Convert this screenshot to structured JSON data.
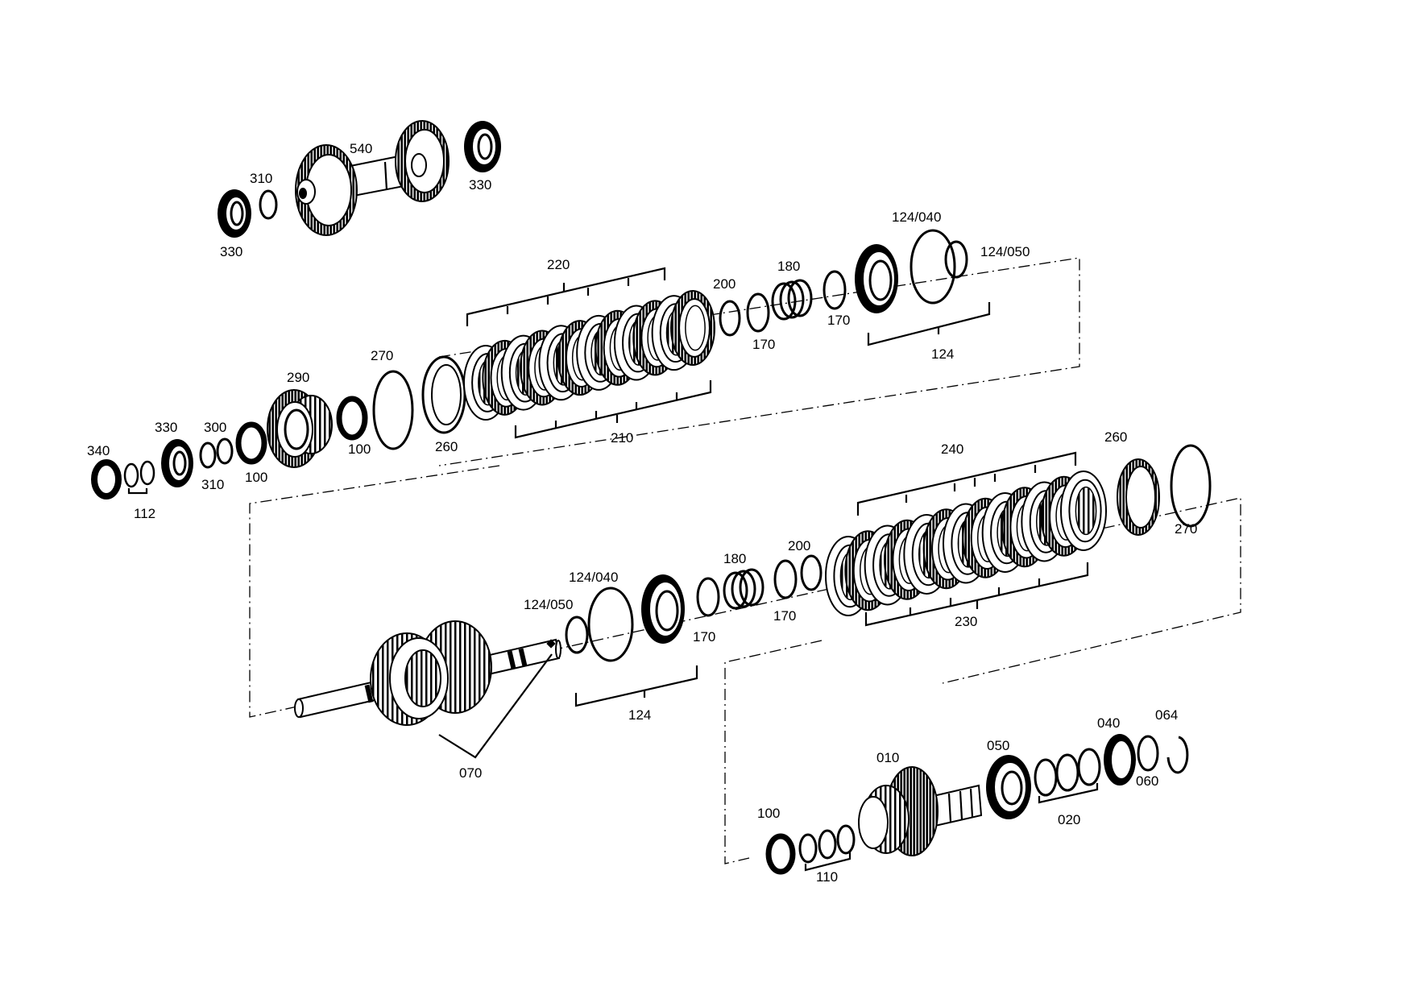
{
  "labels": {
    "l540": "540",
    "l310a": "310",
    "l330a": "330",
    "l330b": "330",
    "l220": "220",
    "l200a": "200",
    "l180a": "180",
    "l124040a": "124/040",
    "l124050a": "124/050",
    "l170a": "170",
    "l170b": "170",
    "l124a": "124",
    "l270a": "270",
    "l290": "290",
    "l330c": "330",
    "l300": "300",
    "l340": "340",
    "l310b": "310",
    "l100a": "100",
    "l100b": "100",
    "l112": "112",
    "l260a": "260",
    "l210": "210",
    "l240": "240",
    "l260b": "260",
    "l270b": "270",
    "l180b": "180",
    "l200b": "200",
    "l124040b": "124/040",
    "l124050b": "124/050",
    "l170c": "170",
    "l170d": "170",
    "l230": "230",
    "l124b": "124",
    "l070": "070",
    "l010": "010",
    "l050": "050",
    "l040": "040",
    "l064": "064",
    "l060": "060",
    "l020": "020",
    "l100c": "100",
    "l110": "110"
  },
  "colors": {
    "ink": "#000000",
    "paper": "#ffffff"
  }
}
